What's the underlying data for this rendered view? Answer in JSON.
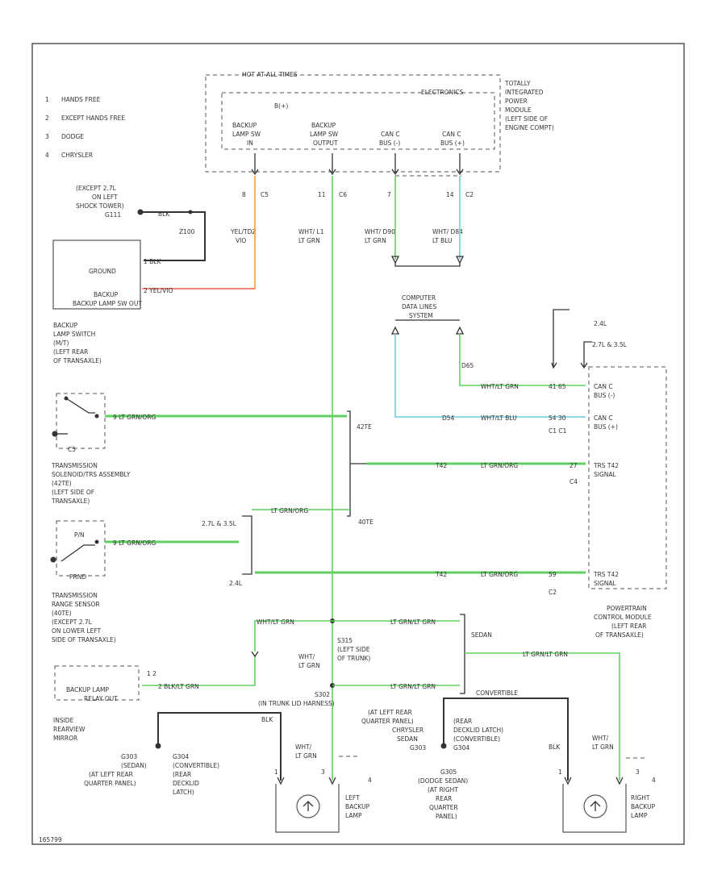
{
  "colors": {
    "green": "#5fd060",
    "cyan": "#6fcfd8",
    "orange": "#f0a040",
    "red": "#f07070",
    "black": "#333333"
  },
  "legend": [
    {
      "num": "1",
      "text": "HANDS FREE"
    },
    {
      "num": "2",
      "text": "EXCEPT HANDS FREE"
    },
    {
      "num": "3",
      "text": "DODGE"
    },
    {
      "num": "4",
      "text": "CHRYSLER"
    }
  ],
  "tipm": {
    "hot_label": "HOT AT ALL TIMES",
    "electronics_label": "ELECTRONICS",
    "bplus_label": "B(+)",
    "name_lines": [
      "TOTALLY",
      "INTEGRATED",
      "POWER",
      "MODULE",
      "(LEFT SIDE OF",
      "ENGINE COMPT)"
    ],
    "pins": [
      {
        "lines": [
          "BACKUP",
          "LAMP SW",
          "IN"
        ]
      },
      {
        "lines": [
          "BACKUP",
          "LAMP SW",
          "OUTPUT"
        ]
      },
      {
        "lines": [
          "CAN C",
          "BUS (-)"
        ]
      },
      {
        "lines": [
          "CAN C",
          "BUS (+)"
        ]
      }
    ],
    "connectors": [
      {
        "pin": "8",
        "conn": "C5"
      },
      {
        "pin": "11",
        "conn": "C6"
      },
      {
        "pin": "7",
        "conn": ""
      },
      {
        "pin": "14",
        "conn": "C2"
      }
    ],
    "wires": [
      {
        "lines": [
          "YEL/TDZ",
          "VIO"
        ]
      },
      {
        "lines": [
          "WHT/ L1",
          "LT GRN"
        ]
      },
      {
        "lines": [
          "WHT/ D90",
          "LT GRN"
        ]
      },
      {
        "lines": [
          "WHT/ D84",
          "LT BLU"
        ]
      }
    ]
  },
  "ground_g111": {
    "lines": [
      "(EXCEPT 2.7L",
      "ON LEFT",
      "SHOCK TOWER)",
      "G111"
    ],
    "wire_color": "BLK",
    "wire_id": "Z100"
  },
  "backup_switch": {
    "pin1_text": "1  BLK",
    "ground_label": "GROUND",
    "pin2_text": "2  YEL/VIO",
    "output_label": "BACKUP LAMP SW OUT",
    "name_lines": [
      "BACKUP",
      "LAMP SWITCH",
      "(M/T)",
      "(LEFT REAR",
      "OF TRANSAXLE)"
    ]
  },
  "data_splice": {
    "lines": [
      "COMPUTER",
      "DATA LINES",
      "SYSTEM"
    ]
  },
  "pcm": {
    "engine_labels": [
      "2.4L",
      "2.7L & 3.5L"
    ],
    "d65_label": "D65",
    "d54_label": "D54",
    "row1_wire": "WHT/LT GRN",
    "row1_pins": "41  65",
    "row1_signal": [
      "CAN C",
      "BUS (-)"
    ],
    "row2_wire": "WHT/LT BLU",
    "row2_pins": "54  30",
    "row2_conns": "C1  C1",
    "row2_signal": [
      "CAN C",
      "BUS (+)"
    ],
    "row3_wire_id": "T42",
    "row3_wire": "LT GRN/ORG",
    "row3_pin": "27",
    "row3_conn": "C4",
    "row3_signal": [
      "TRS T42",
      "SIGNAL"
    ],
    "row4_wire_id": "T42",
    "row4_wire": "LT GRN/ORG",
    "row4_pin": "59",
    "row4_conn": "C2",
    "row4_signal": [
      "TRS T42",
      "SIGNAL"
    ],
    "name_lines": [
      "POWERTRAIN",
      "CONTROL MODULE",
      "(LEFT REAR",
      "OF TRANSAXLE)"
    ]
  },
  "solenoid": {
    "pin_text": "9   LT GRN/ORG",
    "ground_label": "C5",
    "name_lines": [
      "TRANSMISSION",
      "SOLENOID/TRS ASSEMBLY",
      "(42TE)",
      "(LEFT SIDE OF",
      "TRANSAXLE)"
    ]
  },
  "trs": {
    "pin_text": "9   LT GRN/ORG",
    "engine_label": "2.7L & 3.5L",
    "engine_label_b": "2.4L",
    "pos_label": "P/N",
    "prnd_label": "PRND",
    "wire_label": "LT GRN/ORG",
    "name_lines": [
      "TRANSMISSION",
      "RANGE SENSOR",
      "(40TE)",
      "(EXCEPT 2.7L",
      "ON LOWER LEFT",
      "SIDE OF TRANSAXLE)"
    ]
  },
  "trans_labels": {
    "a": "42TE",
    "b": "40TE"
  },
  "splice_s315": {
    "lines": [
      "S315",
      "(LEFT SIDE",
      "OF TRUNK)"
    ],
    "wire_lines": [
      "WHT/",
      "LT GRN"
    ],
    "s302_lines": [
      "S302",
      "(IN TRUNK LID HARNESS)"
    ],
    "upper_wire": "WHT/LT GRN",
    "lower_wire": "LT GRN/LT GRN",
    "right_wire": "LT GRN/LT GRN",
    "sedan_label": "SEDAN",
    "convertible_label": "CONVERTIBLE",
    "sedan_right": "SEDAN"
  },
  "mirror": {
    "pins": "1  2",
    "pin_text": "2  BLK/LT GRN",
    "label": "BACKUP LAMP RELAY OUT",
    "name_lines": [
      "INSIDE",
      "REARVIEW",
      "MIRROR"
    ]
  },
  "left_ground": {
    "lines": [
      "G303",
      "(SEDAN)",
      "(AT LEFT REAR",
      "QUARTER PANEL)"
    ],
    "lines_b": [
      "G304",
      "(CONVERTIBLE)",
      "(REAR",
      "DECKLID",
      "LATCH)"
    ],
    "wire_color": "BLK",
    "wire_lines": [
      "WHT/",
      "LT GRN"
    ]
  },
  "left_lamp": {
    "pins_top": [
      "1",
      "3",
      "4"
    ],
    "name_lines": [
      "LEFT",
      "BACKUP",
      "LAMP"
    ]
  },
  "mid_ground": {
    "upper_lines": [
      "(AT LEFT REAR",
      "QUARTER PANEL)",
      "CHRYSLER",
      "SEDAN",
      "G303"
    ],
    "upper_lines_b": [
      "(REAR",
      "DECKLID LATCH)",
      "(CONVERTIBLE)",
      "G304"
    ],
    "lower_lines": [
      "G305",
      "(DODGE SEDAN)",
      "(AT RIGHT",
      "REAR",
      "QUARTER",
      "PANEL)"
    ]
  },
  "right_lamp": {
    "wire_color": "BLK",
    "wire_lines": [
      "WHT/",
      "LT GRN"
    ],
    "pins_top": [
      "1",
      "3",
      "4"
    ],
    "name_lines": [
      "RIGHT",
      "BACKUP",
      "LAMP"
    ]
  },
  "footer_code": "165799"
}
